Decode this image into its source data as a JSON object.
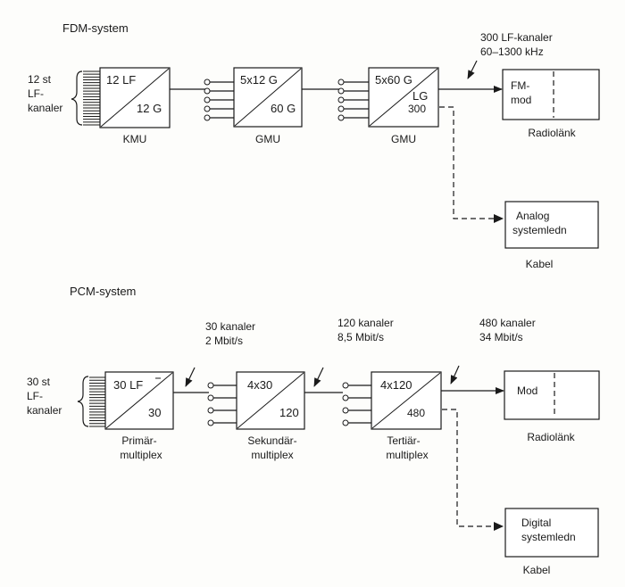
{
  "fdm": {
    "title": "FDM-system",
    "input_label": [
      "12 st",
      "LF-",
      "kanaler"
    ],
    "kmu": {
      "top": "12 LF",
      "bottom": "12 G",
      "caption": "KMU"
    },
    "gmu1": {
      "top": "5x12 G",
      "bottom": "60 G",
      "caption": "GMU"
    },
    "gmu2": {
      "top": "5x60 G",
      "mid": "LG",
      "bottom": "300",
      "caption": "GMU"
    },
    "output_note": [
      "300 LF-kanaler",
      "60–1300 kHz"
    ],
    "radio": {
      "text": [
        "FM-",
        "mod"
      ],
      "caption": "Radiolänk"
    },
    "cable": {
      "text": [
        "Analog",
        "systemledn"
      ],
      "caption": "Kabel"
    }
  },
  "pcm": {
    "title": "PCM-system",
    "input_label": [
      "30 st",
      "LF-",
      "kanaler"
    ],
    "primary": {
      "top": "30 LF",
      "bottom": "30",
      "caption": [
        "Primär-",
        "multiplex"
      ]
    },
    "secondary": {
      "top": "4x30",
      "bottom": "120",
      "caption": [
        "Sekundär-",
        "multiplex"
      ]
    },
    "tertiary": {
      "top": "4x120",
      "bottom": "480",
      "caption": [
        "Tertiär-",
        "multiplex"
      ]
    },
    "note1": [
      "30 kanaler",
      "2 Mbit/s"
    ],
    "note2": [
      "120 kanaler",
      "8,5 Mbit/s"
    ],
    "note3": [
      "480 kanaler",
      "34 Mbit/s"
    ],
    "radio": {
      "text": "Mod",
      "caption": "Radiolänk"
    },
    "cable": {
      "text": [
        "Digital",
        "systemledn"
      ],
      "caption": "Kabel"
    }
  }
}
